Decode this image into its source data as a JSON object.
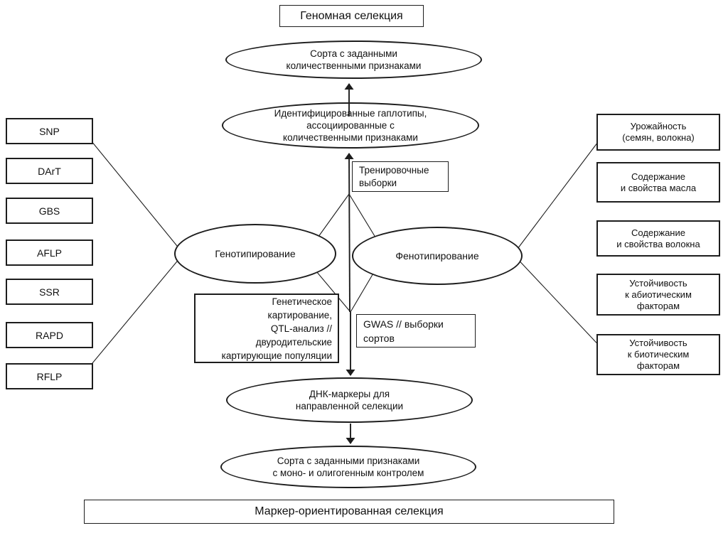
{
  "titles": {
    "top": "Геномная селекция",
    "bottom": "Маркер-ориентированная селекция"
  },
  "ellipses": {
    "target_quantitative": "Сорта с заданными\nколичественными признаками",
    "haplotypes": "Идентифицированные гаплотипы,\nассоциированные с\nколичественными признаками",
    "genotyping": "Генотипирование",
    "phenotyping": "Фенотипирование",
    "dna_markers": "ДНК-маркеры для\nнаправленной селекции",
    "target_mono": "Сорта с заданными признаками\nс моно- и олигогенным контролем"
  },
  "boxes": {
    "training": "Тренировочные\nвыборки",
    "genetic_mapping": "Генетическое\nкартирование,\nQTL-анализ //\nдвуродительские\nкартирующие популяции",
    "gwas": "GWAS // выборки\nсортов"
  },
  "marker_types": [
    "SNP",
    "DArT",
    "GBS",
    "AFLP",
    "SSR",
    "RAPD",
    "RFLP"
  ],
  "traits": [
    "Урожайность\n(семян, волокна)",
    "Содержание\nи свойства масла",
    "Содержание\nи свойства волокна",
    "Устойчивость\nк абиотическим\nфакторам",
    "Устойчивость\nк биотическим\nфакторам"
  ],
  "colors": {
    "ink": "#1d1d1d",
    "background": "#ffffff"
  }
}
